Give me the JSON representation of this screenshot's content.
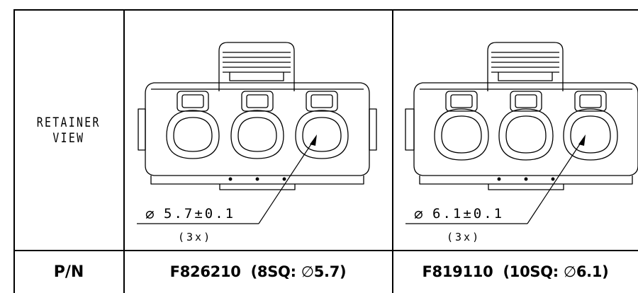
{
  "table": {
    "row_label_line1": "RETAINER",
    "row_label_line2": "VIEW",
    "pn_header": "P/N"
  },
  "parts": [
    {
      "pn": "F826210",
      "spec_prefix": "(8SQ:",
      "spec_diameter": "5.7)",
      "callout_dimension": "5.7±0.1",
      "callout_count": "(3x)"
    },
    {
      "pn": "F819110",
      "spec_prefix": "(10SQ:",
      "spec_diameter": "6.1)",
      "callout_dimension": "6.1±0.1",
      "callout_count": "(3x)"
    }
  ],
  "symbols": {
    "diameter": "∅"
  }
}
